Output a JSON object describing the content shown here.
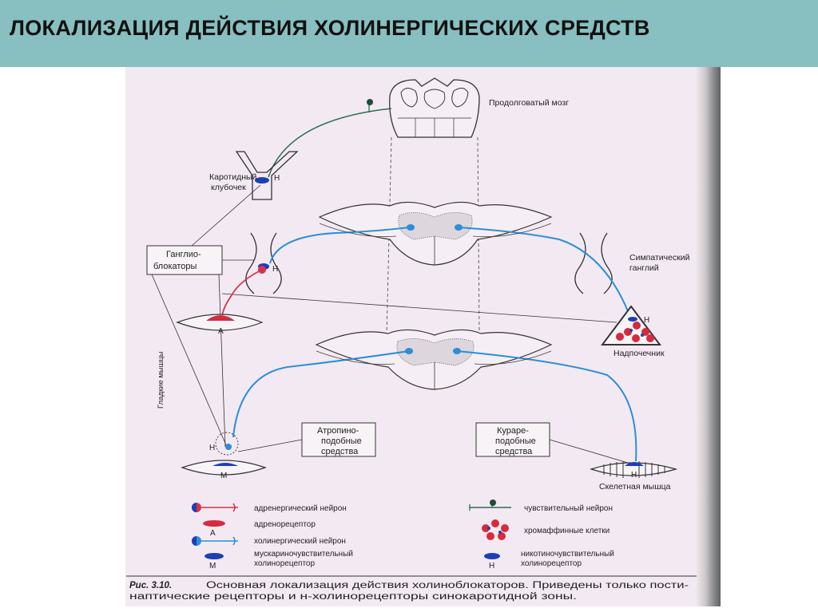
{
  "slide": {
    "title": "ЛОКАЛИЗАЦИЯ ДЕЙСТВИЯ ХОЛИНЕРГИЧЕСКИХ СРЕДСТВ"
  },
  "figure": {
    "labels": {
      "medulla": "Продолговатый мозг",
      "carotid_1": "Каротидный",
      "carotid_2": "клубочек",
      "ganglio_1": "Ганглио-",
      "ganglio_2": "блокаторы",
      "sympathetic_1": "Симпатический",
      "sympathetic_2": "ганглий",
      "adrenal": "Надпочечник",
      "smooth_muscles": "Гладкие мышцы",
      "atropine_1": "Атропино-",
      "atropine_2": "подобные",
      "atropine_3": "средства",
      "curare_1": "Кураре-",
      "curare_2": "подобные",
      "curare_3": "средства",
      "skeletal": "Скелетная мышца"
    },
    "receptor_marks": {
      "h": "Н",
      "a": "А",
      "m": "М"
    },
    "legend": {
      "adrenergic_neuron": "адренергический нейрон",
      "adrenoreceptor": "адренорецептор",
      "cholinergic_neuron": "холинергический нейрон",
      "muscarinic_1": "мускариночувствительный",
      "muscarinic_2": "холинорецептор",
      "sensory_neuron": "чувствительный нейрон",
      "chromaffin": "хромаффинные клетки",
      "nicotinic_1": "никотиночувствительный",
      "nicotinic_2": "холинорецептор"
    },
    "caption": {
      "line1_bold": "Рис. 3.10.",
      "line1": "Основная локализация действия холиноблокаторов. Приведены только пости-",
      "line2": "наптические рецепторы и н-холинорецепторы синокаротидной зоны."
    },
    "colors": {
      "cholinergic": "#2a8fd8",
      "adrenergic": "#d8324a",
      "receptor_blue": "#1c3fb8",
      "receptor_red": "#d62a3e",
      "sensory": "#2c6e4e",
      "header_bg": "#88bfc0"
    }
  }
}
